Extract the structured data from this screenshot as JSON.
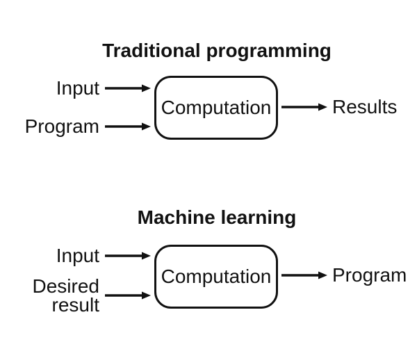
{
  "colors": {
    "background": "#ffffff",
    "stroke": "#111111"
  },
  "top_diagram": {
    "title": "Traditional programming",
    "input1": "Input",
    "input2": "Program",
    "box_label": "Computation",
    "output": "Results"
  },
  "bottom_diagram": {
    "title": "Machine learning",
    "input1": "Input",
    "input2": "Desired result",
    "box_label": "Computation",
    "output": "Program"
  }
}
